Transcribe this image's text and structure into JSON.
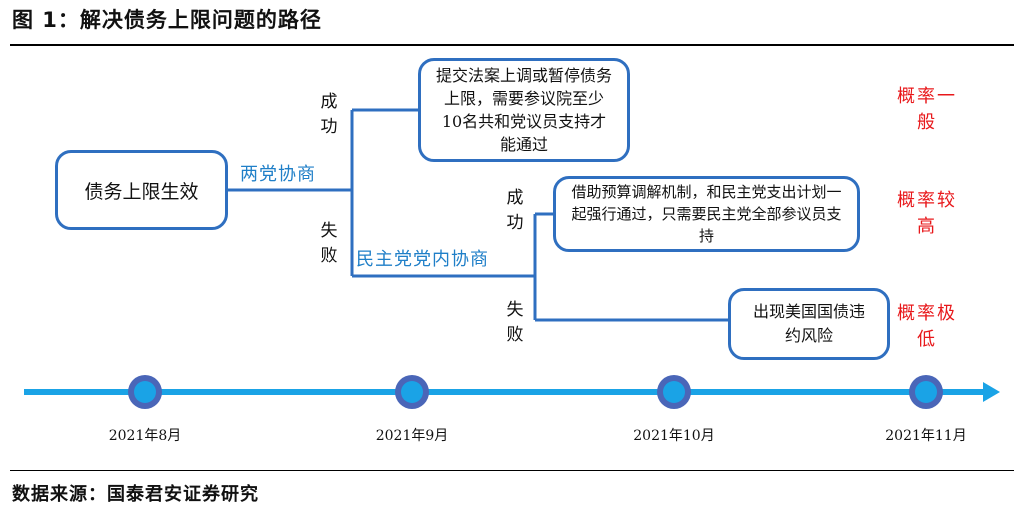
{
  "figure_title": "图 1：解决债务上限问题的路径",
  "source_note": "数据来源：国泰君安证券研究",
  "start_box": "债务上限生效",
  "path_labels": {
    "bipartisan": "两党协商",
    "intra_democratic": "民主党党内协商"
  },
  "branch_labels": {
    "success_1": "成功",
    "fail_1": "失败",
    "success_2": "成功",
    "fail_2": "失败"
  },
  "outcome_boxes": {
    "bill": "提交法案上调或暂停债务上限，需要参议院至少10名共和党议员支持才能通过",
    "reconciliation": "借助预算调解机制，和民主党支出计划一起强行通过，只需要民主党全部参议员支持",
    "default": "出现美国国债违约风险"
  },
  "probabilities": {
    "p1": "概率一般",
    "p2": "概率较高",
    "p3": "概率极低"
  },
  "timeline": [
    "2021年8月",
    "2021年9月",
    "2021年10月",
    "2021年11月"
  ],
  "colors": {
    "box_border": "#2f6fc0",
    "path_label": "#1f7fc8",
    "probability": "#e8181b",
    "timeline": "#1aa3e6",
    "timeline_node": "#4a66b8"
  }
}
